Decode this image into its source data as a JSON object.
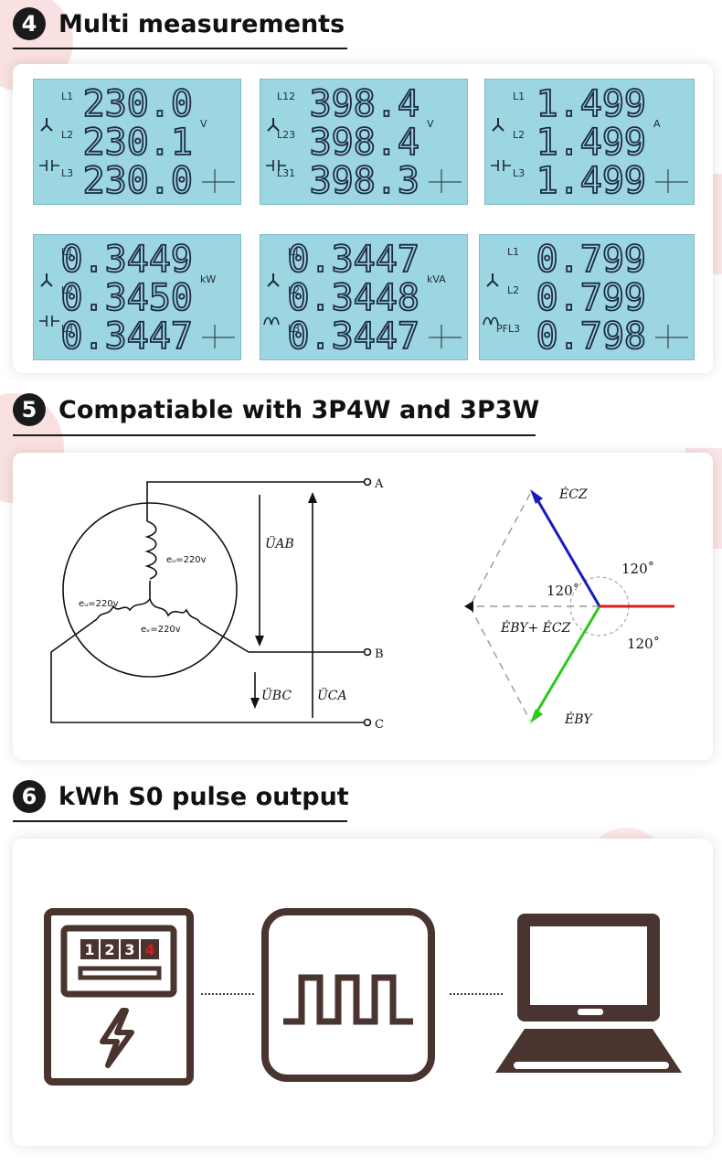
{
  "sections": [
    {
      "number": "4",
      "title": "Multi measurements"
    },
    {
      "number": "5",
      "title": "Compatiable with 3P4W and 3P3W"
    },
    {
      "number": "6",
      "title": "kWh S0 pulse output"
    }
  ],
  "lcd_panels": [
    {
      "labels": [
        "L1",
        "L2",
        "L3"
      ],
      "values": [
        "230.0",
        "230.1",
        "230.0"
      ],
      "unit": "V",
      "icons": [
        "wye",
        "neutral"
      ],
      "quadrant": true
    },
    {
      "labels": [
        "L12",
        "L23",
        "L31"
      ],
      "values": [
        "398.4",
        "398.4",
        "398.3"
      ],
      "unit": "V",
      "icons": [
        "wye",
        "neutral"
      ],
      "quadrant": true
    },
    {
      "labels": [
        "L1",
        "L2",
        "L3"
      ],
      "values": [
        "1.499",
        "1.499",
        "1.499"
      ],
      "unit": "A",
      "icons": [
        "wye",
        "neutral"
      ],
      "quadrant": true
    },
    {
      "labels": [
        "L1",
        "L2",
        "L3"
      ],
      "values": [
        "0.3449",
        "0.3450",
        "0.3447"
      ],
      "unit": "kW",
      "icons": [
        "wye",
        "neutral"
      ],
      "quadrant": true
    },
    {
      "labels": [
        "L1",
        "L2",
        "L3"
      ],
      "values": [
        "0.3447",
        "0.3448",
        "0.3447"
      ],
      "unit": "kVA",
      "icons": [
        "wye",
        "wave"
      ],
      "quadrant": true
    },
    {
      "labels": [
        "L1",
        "L2",
        "PFL3"
      ],
      "values": [
        "0.799",
        "0.799",
        "0.798"
      ],
      "unit": "",
      "icons": [
        "wye",
        "wave"
      ],
      "quadrant": true
    }
  ],
  "wye_diagram": {
    "terminals": [
      "A",
      "B",
      "C"
    ],
    "phase_labels": [
      "eᵤ=220v",
      "eᵥ=220v",
      "eᵤ=220v"
    ],
    "voltages": [
      "ÜAB",
      "ÜBC",
      "ÜCA"
    ]
  },
  "phasor_diagram": {
    "vectors": [
      "ĖCZ",
      "ĖBY",
      "ĖBY+ ĖCZ"
    ],
    "angles": [
      "120˚",
      "120˚",
      "120˚"
    ],
    "colors": {
      "cz": "#1a1ab8",
      "by": "#2ec81e",
      "ax": "#d81e1e"
    }
  },
  "pulse_diagram": {
    "meter_digits": [
      "1",
      "2",
      "3",
      "4"
    ],
    "icons": [
      "energy-meter-icon",
      "pulse-signal-icon",
      "laptop-icon"
    ],
    "colors": {
      "icon": "#4a3430",
      "highlight_digit": "#d02020"
    }
  }
}
